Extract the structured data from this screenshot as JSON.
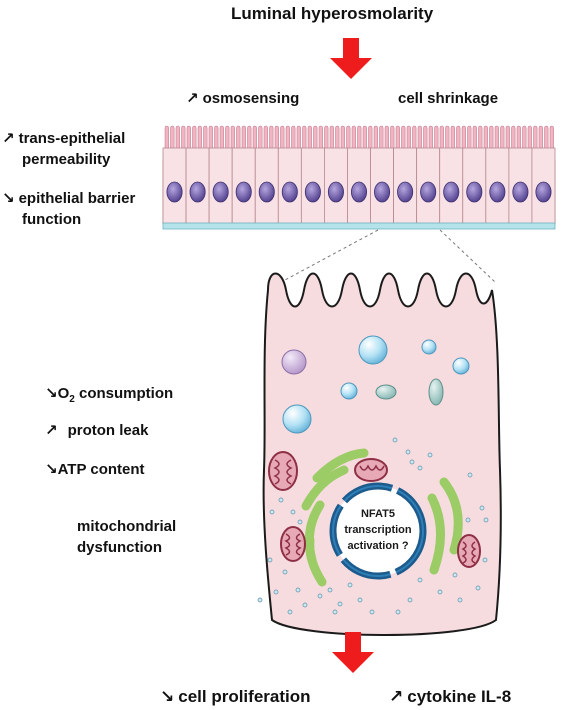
{
  "title": "Luminal hyperosmolarity",
  "top_labels": {
    "osmosensing": "osmosensing",
    "cell_shrinkage": "cell shrinkage"
  },
  "left_labels": {
    "permeability_line1": "trans-epithelial",
    "permeability_line2": "permeability",
    "barrier_line1": "epithelial barrier",
    "barrier_line2": "function"
  },
  "mito_labels": {
    "o2_prefix": "O",
    "o2_sub": "2",
    "o2_suffix": " consumption",
    "proton_leak": "proton leak",
    "atp": "ATP content",
    "dysfunction_line1": "mitochondrial",
    "dysfunction_line2": "dysfunction"
  },
  "nucleus_text": {
    "line1": "NFAT5",
    "line2": "transcription",
    "line3": "activation ?"
  },
  "bottom_labels": {
    "proliferation": "cell proliferation",
    "cytokine": "cytokine IL-8"
  },
  "symbols": {
    "increase": "↗",
    "decrease": "↘"
  },
  "colors": {
    "arrow_red": "#ee1c1c",
    "cell_fill": "#f6dcdf",
    "microvilli": "#f0aebf",
    "nucleus_purple": "#6c5a9e",
    "nucleus_ring": "#1d5b8c",
    "er_green": "#9ccc65",
    "mito_red": "#c0506a",
    "vesicle_blue": "#a9dcf2"
  }
}
